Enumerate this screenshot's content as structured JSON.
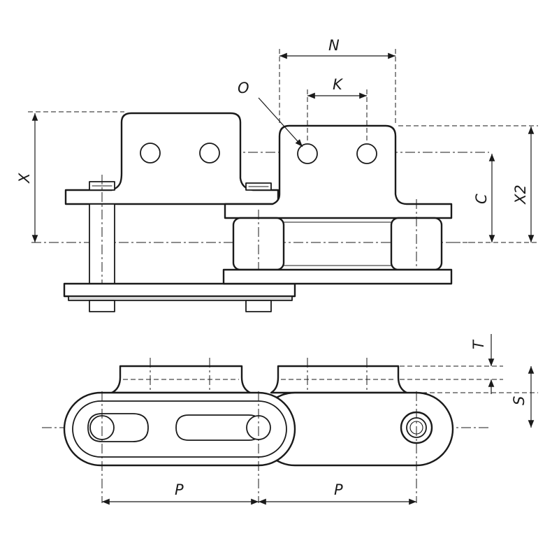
{
  "labels": {
    "N": "N",
    "O": "O",
    "K": "K",
    "X": "X",
    "C": "C",
    "X2": "X2",
    "T": "T",
    "S": "S",
    "P1": "P",
    "P2": "P"
  },
  "colors": {
    "line": "#1a1a1a",
    "shade": "#d8d8d8",
    "background": "#ffffff"
  }
}
